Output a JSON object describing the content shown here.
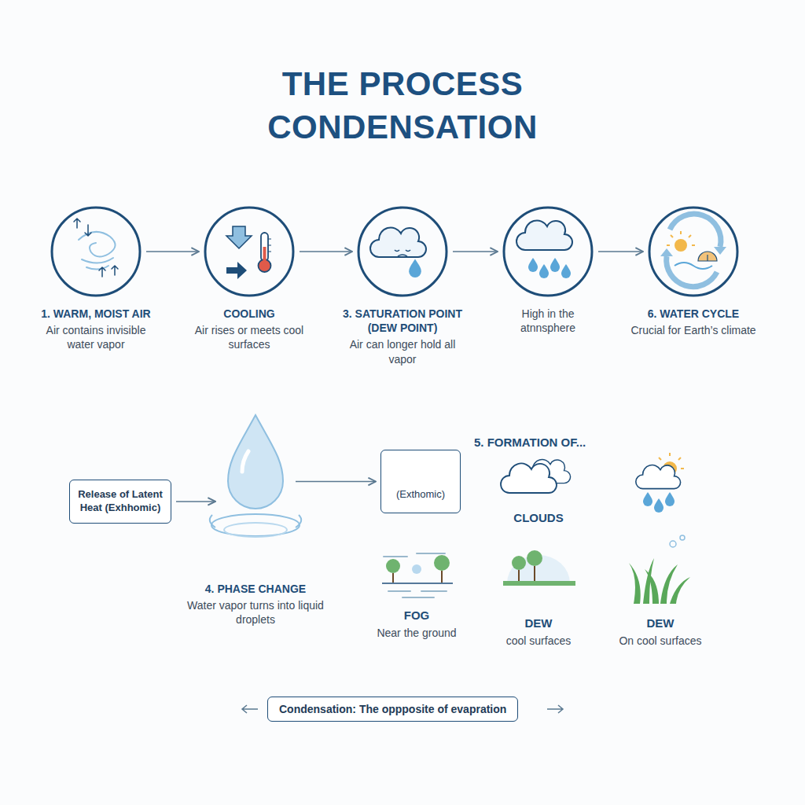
{
  "diagram": {
    "title": "THE PROCESS CONDENSATION",
    "nodes": [
      {
        "text": [
          "1. WARM, MOIST AIR",
          "Air contains invisible water vapor"
        ]
      },
      {
        "text": [
          "COOLING",
          "Air rises or meets cool surfaces"
        ]
      },
      {
        "text": [
          "3. SATURATION POINT (DEW POINT)",
          "Air can longer hold all vapor"
        ]
      },
      {
        "text": [
          "High in the atnnsphere"
        ]
      },
      {
        "text": [
          "6. WATER CYCLE",
          "Crucial for Earth’s climate"
        ]
      },
      {
        "text": [
          "Release of Latent Heat (Exhhomic)"
        ]
      },
      {
        "text": [
          "4. PHASE CHANGE",
          "Water vapor turns into liquid droplets"
        ]
      },
      {
        "text": [
          "(Exthomic)"
        ]
      },
      {
        "text": [
          "Condensation: The oppposite of evapration"
        ]
      }
    ],
    "edges": [
      {
        "from": 0,
        "to": 1,
        "arrow": "to"
      },
      {
        "from": 1,
        "to": 2,
        "arrow": "to"
      },
      {
        "from": 2,
        "to": 3,
        "arrow": "to"
      },
      {
        "from": 3,
        "to": 4,
        "arrow": "to"
      },
      {
        "from": 5,
        "to": 6,
        "arrow": "to"
      },
      {
        "from": 6,
        "to": 7,
        "arrow": "to"
      }
    ],
    "labels": [
      "5. FORMATION OF...",
      "CLOUDS",
      "FOG",
      "Near the ground",
      "DEW",
      "cool surfaces",
      "DEW",
      "On cool surfaces"
    ]
  }
}
